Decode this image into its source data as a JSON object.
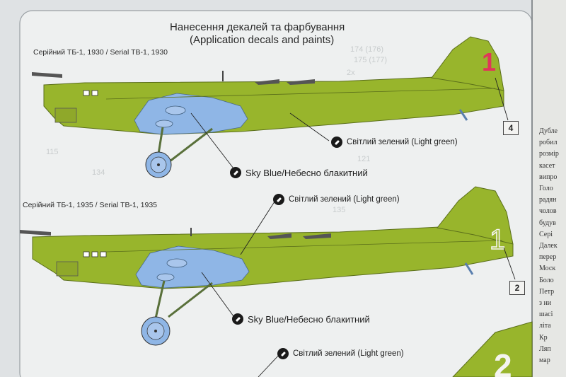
{
  "title_line1": "Нанесення декалей та фарбування",
  "title_line2": "(Application decals and paints)",
  "aircraft": [
    {
      "serial_label": "Серійний ТБ-1, 1930 / Serial TB-1, 1930",
      "tail_number": "1",
      "decal_number": "4"
    },
    {
      "serial_label": "Серійний ТБ-1, 1935 / Serial TB-1, 1935",
      "tail_number": "1",
      "decal_number": "2"
    }
  ],
  "partial_tail_number": "2",
  "callouts": {
    "light_green_1": "Світлий зелений (Light green)",
    "sky_blue_1": "Sky Blue/Небесно блакитний",
    "light_green_2": "Світлий зелений (Light green)",
    "sky_blue_2": "Sky Blue/Небесно блакитний",
    "light_green_3": "Світлий зелений (Light green)"
  },
  "colors": {
    "light_green": "#98b52c",
    "sky_blue": "#8fb6e6",
    "red_number": "#e0365a",
    "paper": "#eef0f0"
  },
  "side_text": [
    "Дубле",
    "робил",
    "розмір",
    "касет",
    "випро",
    "Голо",
    "радян",
    "чолов",
    "будув",
    "Сері",
    "Далек",
    "перер",
    "Моск",
    "Боло",
    "Петр",
    "з ни",
    "шасі",
    "літа",
    "Кр",
    "Ляп",
    "мар"
  ]
}
